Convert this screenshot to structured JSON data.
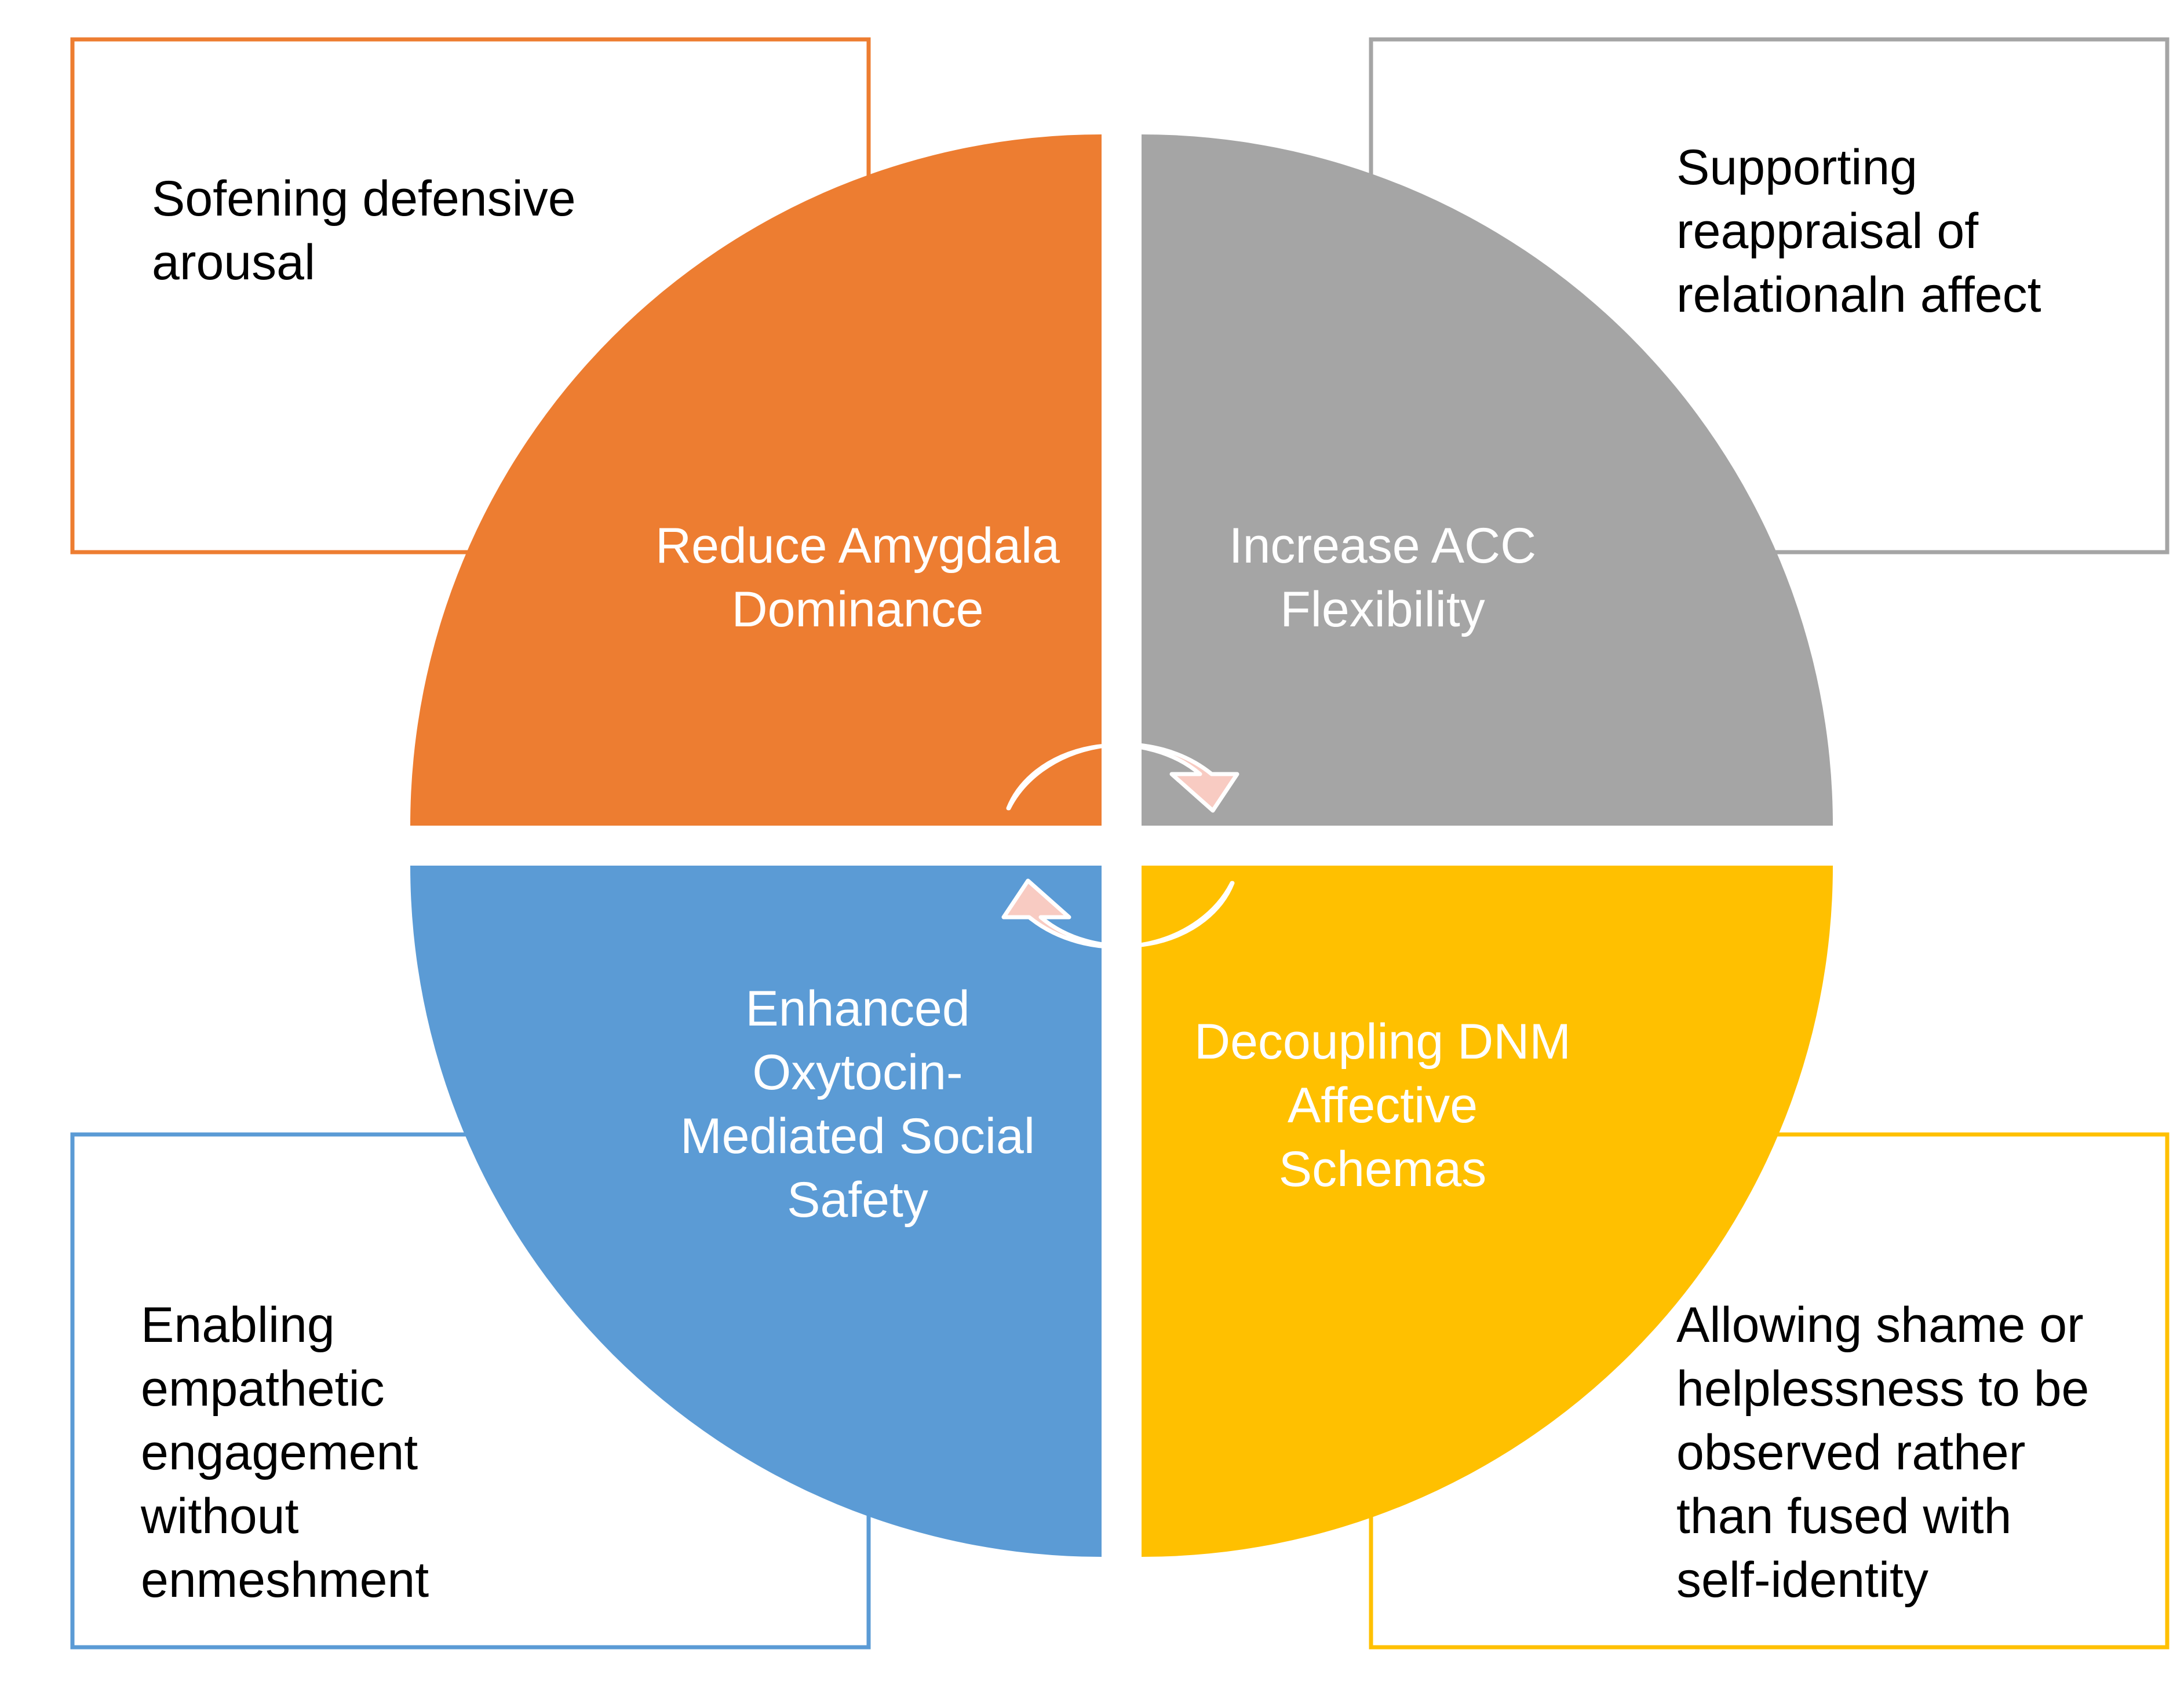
{
  "colors": {
    "orange": "#ED7D31",
    "gray": "#A5A5A5",
    "blue": "#5B9BD5",
    "gold": "#FFC000",
    "arrow_fill": "#F8CBC2",
    "arrow_stroke": "#ffffff",
    "quadrant_text": "#ffffff",
    "box_text": "#000000"
  },
  "quadrants": [
    {
      "id": "top-left",
      "color_key": "orange",
      "lines": [
        "Reduce Amygdala",
        "Dominance"
      ]
    },
    {
      "id": "top-right",
      "color_key": "gray",
      "lines": [
        "Increase ACC",
        "Flexibility"
      ]
    },
    {
      "id": "bottom-left",
      "color_key": "blue",
      "lines": [
        "Enhanced",
        "Oxytocin-",
        "Mediated Social",
        "Safety"
      ]
    },
    {
      "id": "bottom-right",
      "color_key": "gold",
      "lines": [
        "Decoupling DNM",
        "Affective",
        "Schemas"
      ]
    }
  ],
  "boxes": [
    {
      "id": "top-left",
      "border_key": "orange",
      "lines": [
        "Sofening defensive",
        "arousal"
      ]
    },
    {
      "id": "top-right",
      "border_key": "gray",
      "lines": [
        "Supporting",
        "reappraisal of",
        "relationaln affect"
      ]
    },
    {
      "id": "bottom-left",
      "border_key": "blue",
      "lines": [
        "Enabling",
        "empathetic",
        "engagement",
        "without",
        "enmeshment"
      ]
    },
    {
      "id": "bottom-right",
      "border_key": "gold",
      "lines": [
        "Allowing shame or",
        "helplessness to be",
        "observed rather",
        "than fused with",
        "self-identity"
      ]
    }
  ],
  "center_arrows": {
    "icon": "circular-arrows-icon",
    "count": 2,
    "direction": "clockwise"
  }
}
